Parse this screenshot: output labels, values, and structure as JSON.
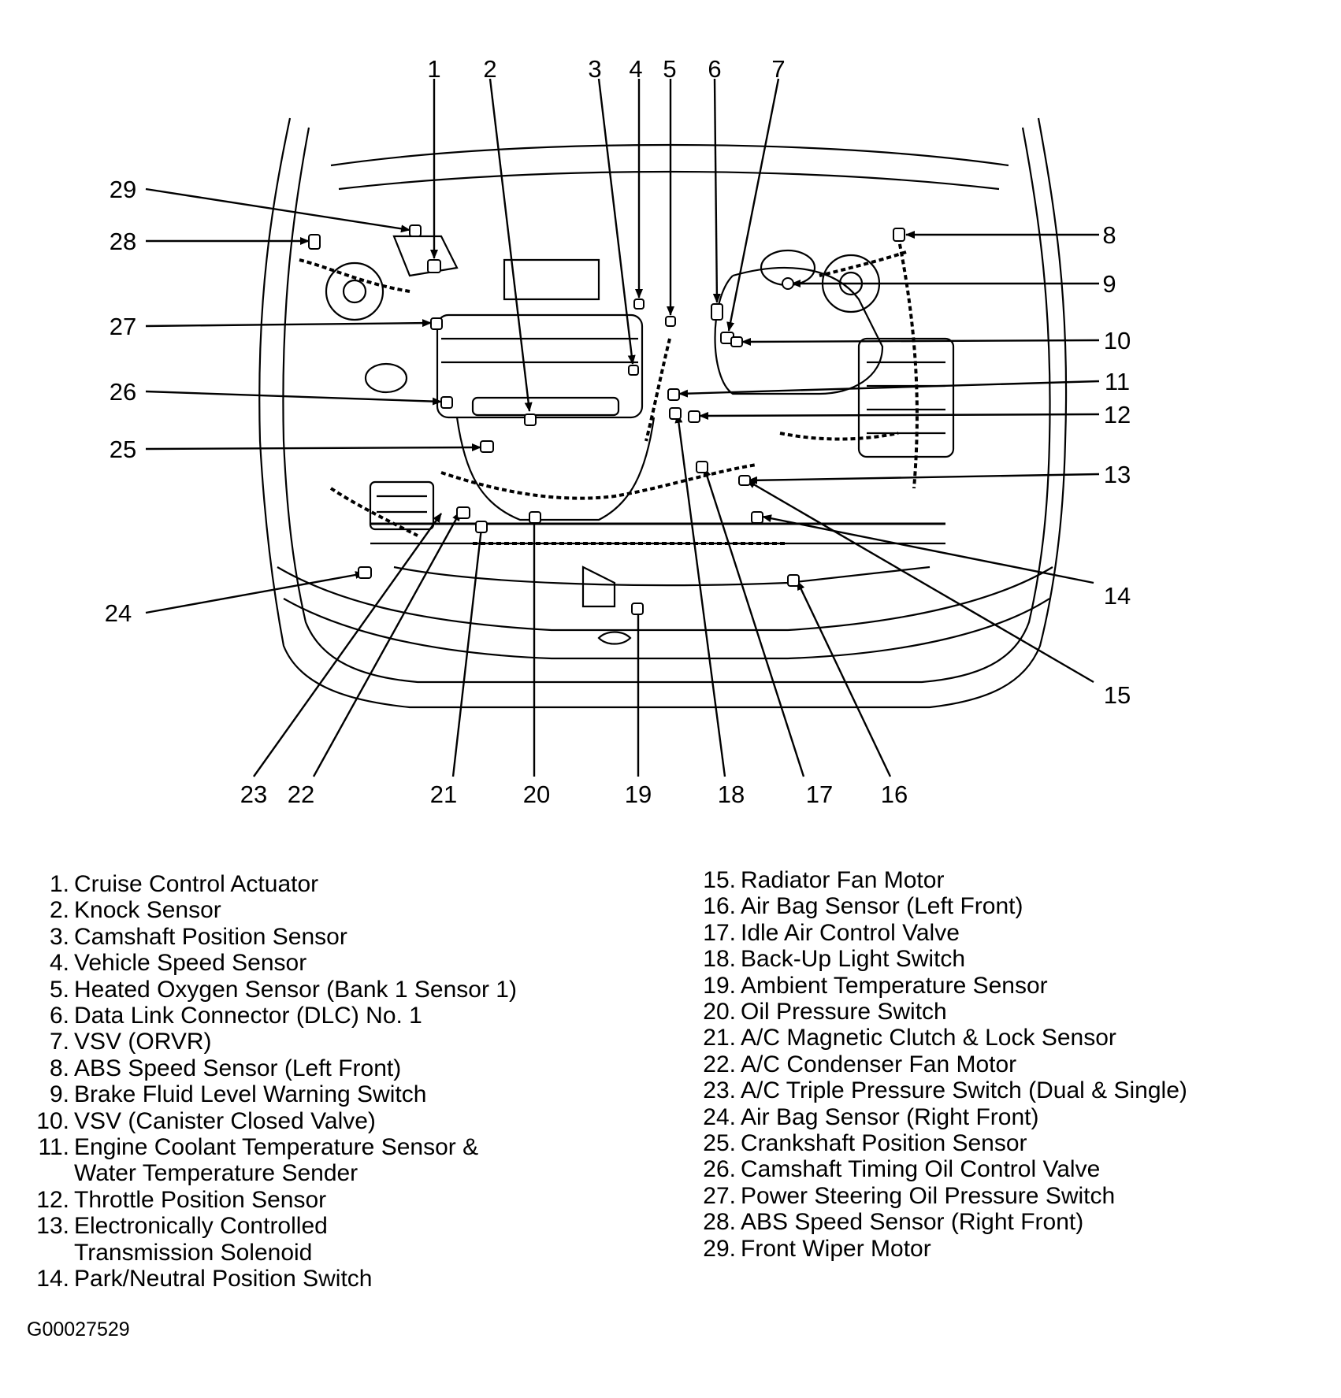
{
  "callouts": [
    "1",
    "2",
    "3",
    "4",
    "5",
    "6",
    "7",
    "8",
    "9",
    "10",
    "11",
    "12",
    "13",
    "14",
    "15",
    "16",
    "17",
    "18",
    "19",
    "20",
    "21",
    "22",
    "23",
    "24",
    "25",
    "26",
    "27",
    "28",
    "29"
  ],
  "legend_left": [
    {
      "num": "1.",
      "label": "Cruise Control Actuator"
    },
    {
      "num": "2.",
      "label": "Knock Sensor"
    },
    {
      "num": "3.",
      "label": "Camshaft Position Sensor"
    },
    {
      "num": "4.",
      "label": "Vehicle Speed Sensor"
    },
    {
      "num": "5.",
      "label": "Heated Oxygen Sensor (Bank 1 Sensor 1)"
    },
    {
      "num": "6.",
      "label": "Data Link Connector (DLC) No. 1"
    },
    {
      "num": "7.",
      "label": "VSV (ORVR)"
    },
    {
      "num": "8.",
      "label": "ABS Speed Sensor (Left Front)"
    },
    {
      "num": "9.",
      "label": "Brake Fluid Level Warning Switch"
    },
    {
      "num": "10.",
      "label": "VSV (Canister Closed Valve)"
    },
    {
      "num": "11.",
      "label": "Engine Coolant Temperature Sensor &"
    },
    {
      "num": "",
      "label": "Water Temperature Sender"
    },
    {
      "num": "12.",
      "label": "Throttle Position Sensor"
    },
    {
      "num": "13.",
      "label": "Electronically Controlled"
    },
    {
      "num": "",
      "label": "Transmission Solenoid"
    },
    {
      "num": "14.",
      "label": "Park/Neutral Position Switch"
    }
  ],
  "legend_right": [
    {
      "num": "15.",
      "label": "Radiator Fan Motor"
    },
    {
      "num": "16.",
      "label": "Air Bag Sensor (Left Front)"
    },
    {
      "num": "17.",
      "label": "Idle Air Control Valve"
    },
    {
      "num": "18.",
      "label": "Back-Up Light Switch"
    },
    {
      "num": "19.",
      "label": "Ambient Temperature Sensor"
    },
    {
      "num": "20.",
      "label": "Oil Pressure Switch"
    },
    {
      "num": "21.",
      "label": "A/C Magnetic Clutch & Lock Sensor"
    },
    {
      "num": "22.",
      "label": "A/C Condenser Fan Motor"
    },
    {
      "num": "23.",
      "label": "A/C Triple Pressure Switch (Dual & Single)"
    },
    {
      "num": "24.",
      "label": "Air Bag Sensor (Right Front)"
    },
    {
      "num": "25.",
      "label": "Crankshaft Position Sensor"
    },
    {
      "num": "26.",
      "label": "Camshaft Timing Oil Control Valve"
    },
    {
      "num": "27.",
      "label": "Power Steering Oil Pressure Switch"
    },
    {
      "num": "28.",
      "label": "ABS Speed Sensor (Right Front)"
    },
    {
      "num": "29.",
      "label": "Front Wiper Motor"
    }
  ],
  "figure_code": "G00027529",
  "colors": {
    "ink": "#000000",
    "paper": "#ffffff"
  }
}
